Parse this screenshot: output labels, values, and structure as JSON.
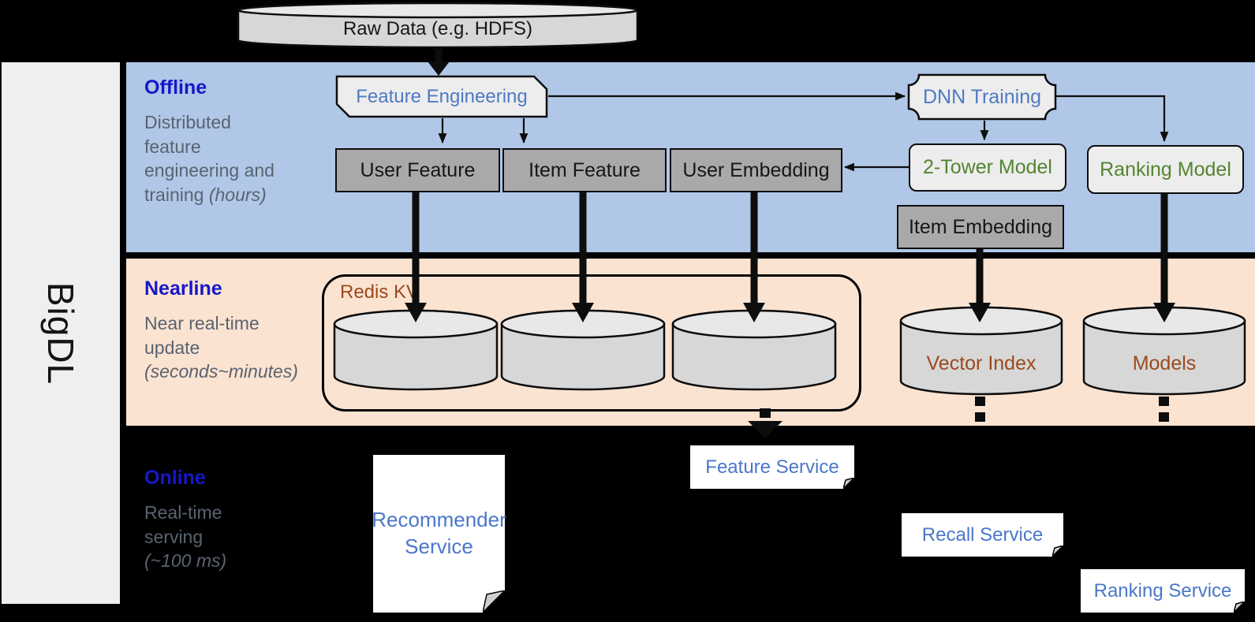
{
  "colors": {
    "band_offline": "#b0c7e7",
    "band_nearline": "#fbe3d1",
    "sidebar_bg": "#efefef",
    "section_label": "#1717c9",
    "section_desc": "#5a6370",
    "node_text_blue": "#4f7ac5",
    "node_text_green": "#538530",
    "node_text_brown": "#9b4a1e",
    "node_gray_fill": "#a9a9a9",
    "node_light_fill": "#ededed",
    "cylinder_fill": "#d7d7d7",
    "service_text": "#4a77c9"
  },
  "sidebar": {
    "brand": "BigDL"
  },
  "source": {
    "label": "Raw Data (e.g. HDFS)"
  },
  "bands": {
    "offline": {
      "title": "Offline",
      "desc": "Distributed feature engineering and training",
      "note": "(hours)"
    },
    "nearline": {
      "title": "Nearline",
      "desc": "Near real-time update",
      "note": "(seconds~minutes)"
    },
    "online": {
      "title": "Online",
      "desc": "Real-time serving",
      "note": "(~100 ms)"
    }
  },
  "offline_nodes": {
    "feature_engineering": "Feature Engineering",
    "dnn_training": "DNN Training",
    "user_feature": "User Feature",
    "item_feature": "Item Feature",
    "user_embedding": "User Embedding",
    "two_tower_model": "2-Tower Model",
    "ranking_model": "Ranking Model",
    "item_embedding": "Item Embedding"
  },
  "nearline_nodes": {
    "redis_kv": "Redis KV",
    "vector_index": "Vector Index",
    "models": "Models"
  },
  "online_nodes": {
    "recommender_service": "Recommender Service",
    "feature_service": "Feature Service",
    "recall_service": "Recall Service",
    "ranking_service": "Ranking Service"
  }
}
